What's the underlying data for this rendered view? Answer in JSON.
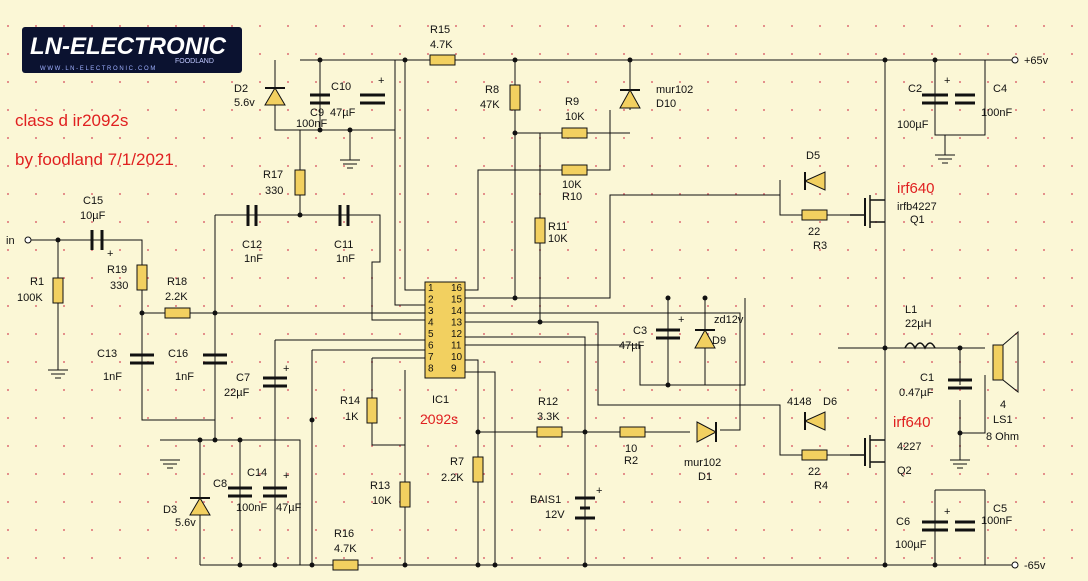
{
  "logo": {
    "main": "LN-ELECTRONIC",
    "sub1": "FOODLAND",
    "sub2": "W W W . L N - E L E C T R O N I C . C O M"
  },
  "title": {
    "line1": "class d ir2092s",
    "line2": "by foodland 7/1/2021"
  },
  "rails": {
    "pos": "+65v",
    "neg": "-65v"
  },
  "input": "in",
  "ic": {
    "name": "IC1",
    "part": "2092s",
    "pins_left": [
      "1",
      "2",
      "3",
      "4",
      "5",
      "6",
      "7",
      "8"
    ],
    "pins_right": [
      "16",
      "15",
      "14",
      "13",
      "12",
      "11",
      "10",
      "9"
    ]
  },
  "resistors": {
    "R1": {
      "name": "R1",
      "value": "100K"
    },
    "R2": {
      "name": "R2",
      "value": "10"
    },
    "R3": {
      "name": "R3",
      "value": "22"
    },
    "R4": {
      "name": "R4",
      "value": "22"
    },
    "R7": {
      "name": "R7",
      "value": "2.2K"
    },
    "R8": {
      "name": "R8",
      "value": "47K"
    },
    "R9": {
      "name": "R9",
      "value": "10K"
    },
    "R10": {
      "name": "R10",
      "value": "10K"
    },
    "R11": {
      "name": "R11",
      "value": "10K"
    },
    "R12": {
      "name": "R12",
      "value": "3.3K"
    },
    "R13": {
      "name": "R13",
      "value": "10K"
    },
    "R14": {
      "name": "R14",
      "value": "1K"
    },
    "R15": {
      "name": "R15",
      "value": "4.7K"
    },
    "R16": {
      "name": "R16",
      "value": "4.7K"
    },
    "R17": {
      "name": "R17",
      "value": "330"
    },
    "R18": {
      "name": "R18",
      "value": "2.2K"
    },
    "R19": {
      "name": "R19",
      "value": "330"
    }
  },
  "capacitors": {
    "C1": {
      "name": "C1",
      "value": "0.47µF"
    },
    "C2": {
      "name": "C2",
      "value": "100µF"
    },
    "C3": {
      "name": "C3",
      "value": "47µF"
    },
    "C4": {
      "name": "C4",
      "value": "100nF"
    },
    "C5": {
      "name": "C5",
      "value": "100nF"
    },
    "C6": {
      "name": "C6",
      "value": "100µF"
    },
    "C7": {
      "name": "C7",
      "value": "22µF"
    },
    "C8": {
      "name": "C8",
      "value": "100nF"
    },
    "C9": {
      "name": "C9",
      "value": "100nF"
    },
    "C10": {
      "name": "C10",
      "value": "47µF"
    },
    "C11": {
      "name": "C11",
      "value": "1nF"
    },
    "C12": {
      "name": "C12",
      "value": "1nF"
    },
    "C13": {
      "name": "C13",
      "value": "1nF"
    },
    "C14": {
      "name": "C14",
      "value": "47µF"
    },
    "C15": {
      "name": "C15",
      "value": "10µF"
    },
    "C16": {
      "name": "C16",
      "value": "1nF"
    }
  },
  "diodes": {
    "D1": {
      "name": "D1",
      "value": "mur102"
    },
    "D2": {
      "name": "D2",
      "value": "5.6v"
    },
    "D3": {
      "name": "D3",
      "value": "5.6v"
    },
    "D5": {
      "name": "D5",
      "value": ""
    },
    "D6": {
      "name": "D6",
      "value": "4148"
    },
    "D9": {
      "name": "D9",
      "value": "zd12v"
    },
    "D10": {
      "name": "D10",
      "value": "mur102"
    }
  },
  "transistors": {
    "Q1": {
      "name": "Q1",
      "part": "irfb4227",
      "note": "irf640"
    },
    "Q2": {
      "name": "Q2",
      "part": "4227",
      "note": "irf640"
    }
  },
  "inductor": {
    "name": "L1",
    "value": "22µH"
  },
  "battery": {
    "name": "BAIS1",
    "value": "12V"
  },
  "speaker": {
    "name": "LS1",
    "value": "8 Ohm",
    "num": "4"
  }
}
